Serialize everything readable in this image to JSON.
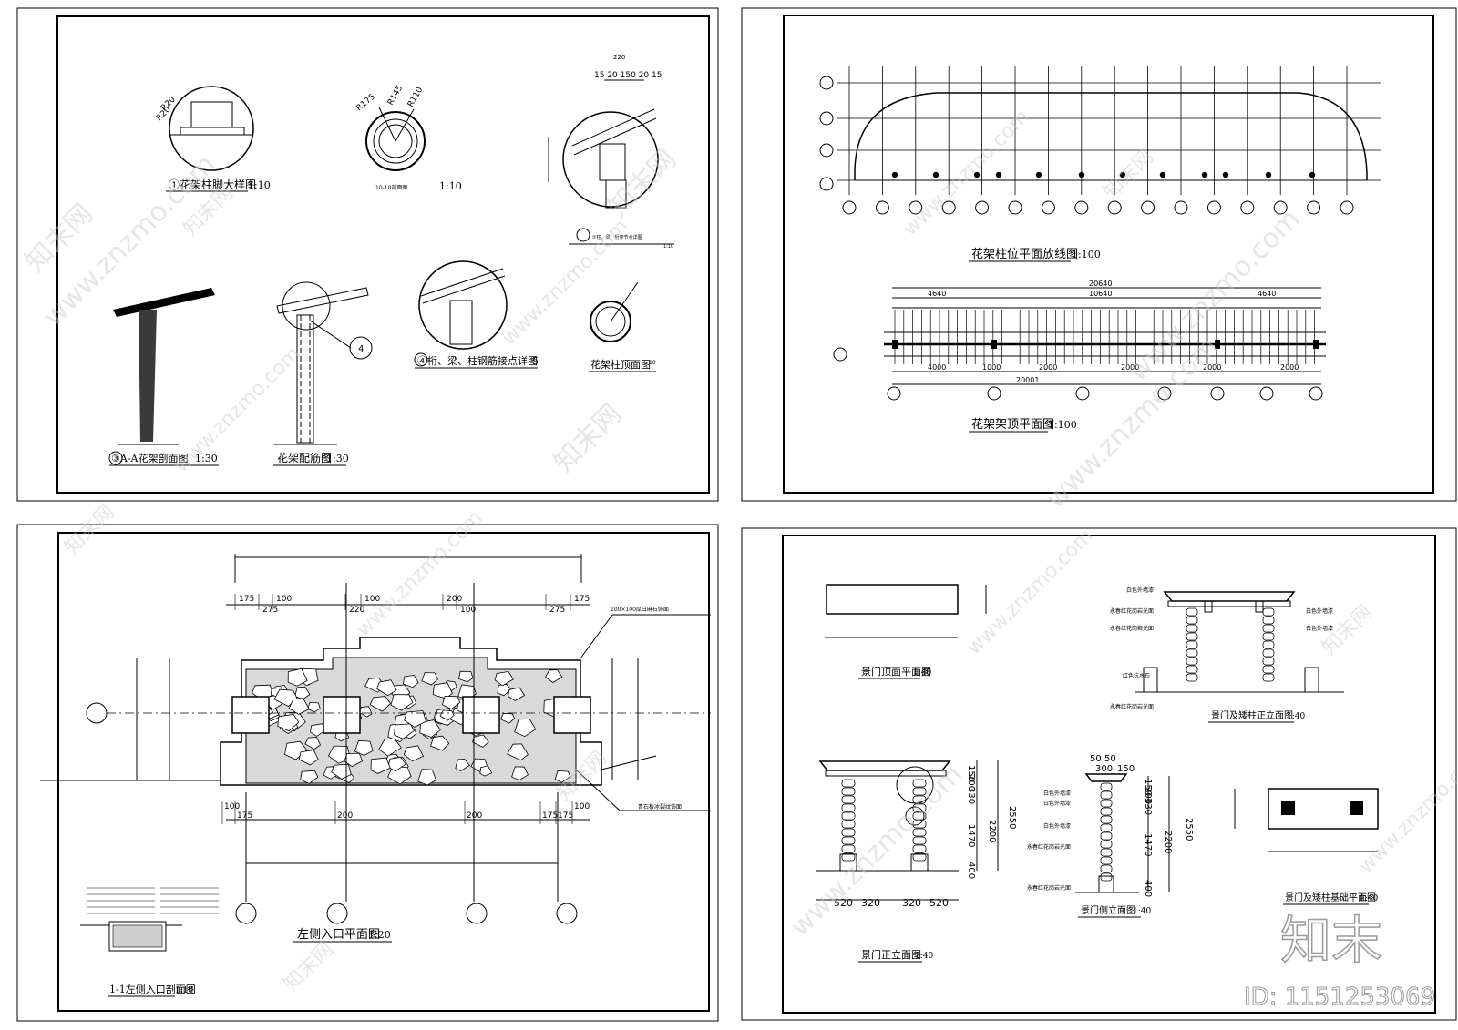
{
  "sheets": {
    "top_left": {
      "labels": {
        "d1": "①花架柱脚大样图",
        "d1_scale": "1:10",
        "d2": "10-10剖面图",
        "d2_scale": "1:10",
        "d3": "②柱、梁、桁架节点详图",
        "d3_scale": "1:10",
        "d4": "③A-A花架剖面图",
        "d4_scale": "1:30",
        "d5": "花架配筋图",
        "d5_scale": "1:30",
        "d6": "④桁、梁、柱钢筋接点详图",
        "d6_scale": "5",
        "d7": "花架柱顶面图",
        "d7_scale": "10"
      },
      "dims": {
        "r20a": "R20",
        "r20b": "R20",
        "r175": "R175",
        "r145": "R145",
        "r110": "R110",
        "w220": "220",
        "seg": "15 20 150 20 15",
        "callout": "4"
      }
    },
    "top_right": {
      "labels": {
        "d1": "花架柱位平面放线图",
        "d1_scale": "1:100",
        "d2": "花架架顶平面图",
        "d2_scale": "1:100"
      },
      "dims": {
        "total": "20640",
        "left": "4640",
        "mid": "10640",
        "right": "4640",
        "b1": "4000",
        "b2": "1000",
        "b3": "2000",
        "b_total": "20001"
      }
    },
    "bottom_left": {
      "labels": {
        "d1": "左侧入口平面图",
        "d1_scale": "1:20",
        "d2": "1-1左侧入口剖面图",
        "d2_scale": "1:10",
        "note1": "100×100厚白麻石饰面",
        "note2": "青石板冰裂纹饰面"
      },
      "dims_top": [
        "175",
        "275",
        "100",
        "220",
        "100",
        "200",
        "100",
        "275",
        "175"
      ],
      "dims_bottom": [
        "100",
        "175",
        "200",
        "200",
        "175",
        "175",
        "100"
      ]
    },
    "bottom_right": {
      "labels": {
        "d1": "景门顶面平面图",
        "d1_scale": "1:40",
        "d2": "景门及矮柱正立面图",
        "d2_scale": "1:40",
        "d3": "景门正立面图",
        "d3_scale": "1:40",
        "d4": "景门侧立面图",
        "d4_scale": "1:40",
        "d5": "景门及矮柱基础平面图",
        "d5_scale": "1:40",
        "note1": "白色外墙漆",
        "note2": "永春红花岗岩光面",
        "note3": "红色抗水石"
      },
      "dims": {
        "a": "150",
        "b": "200",
        "c": "330",
        "d": "1470",
        "e": "400",
        "h1": "2200",
        "h2": "2550",
        "w1": "520",
        "w2": "320",
        "s1": "50",
        "s2": "50",
        "s3": "300",
        "s4": "150"
      }
    }
  },
  "watermark": {
    "brand": "知末",
    "site": "www.znzmo.com",
    "logo_text": "知末网",
    "id": "ID: 1151253069"
  }
}
